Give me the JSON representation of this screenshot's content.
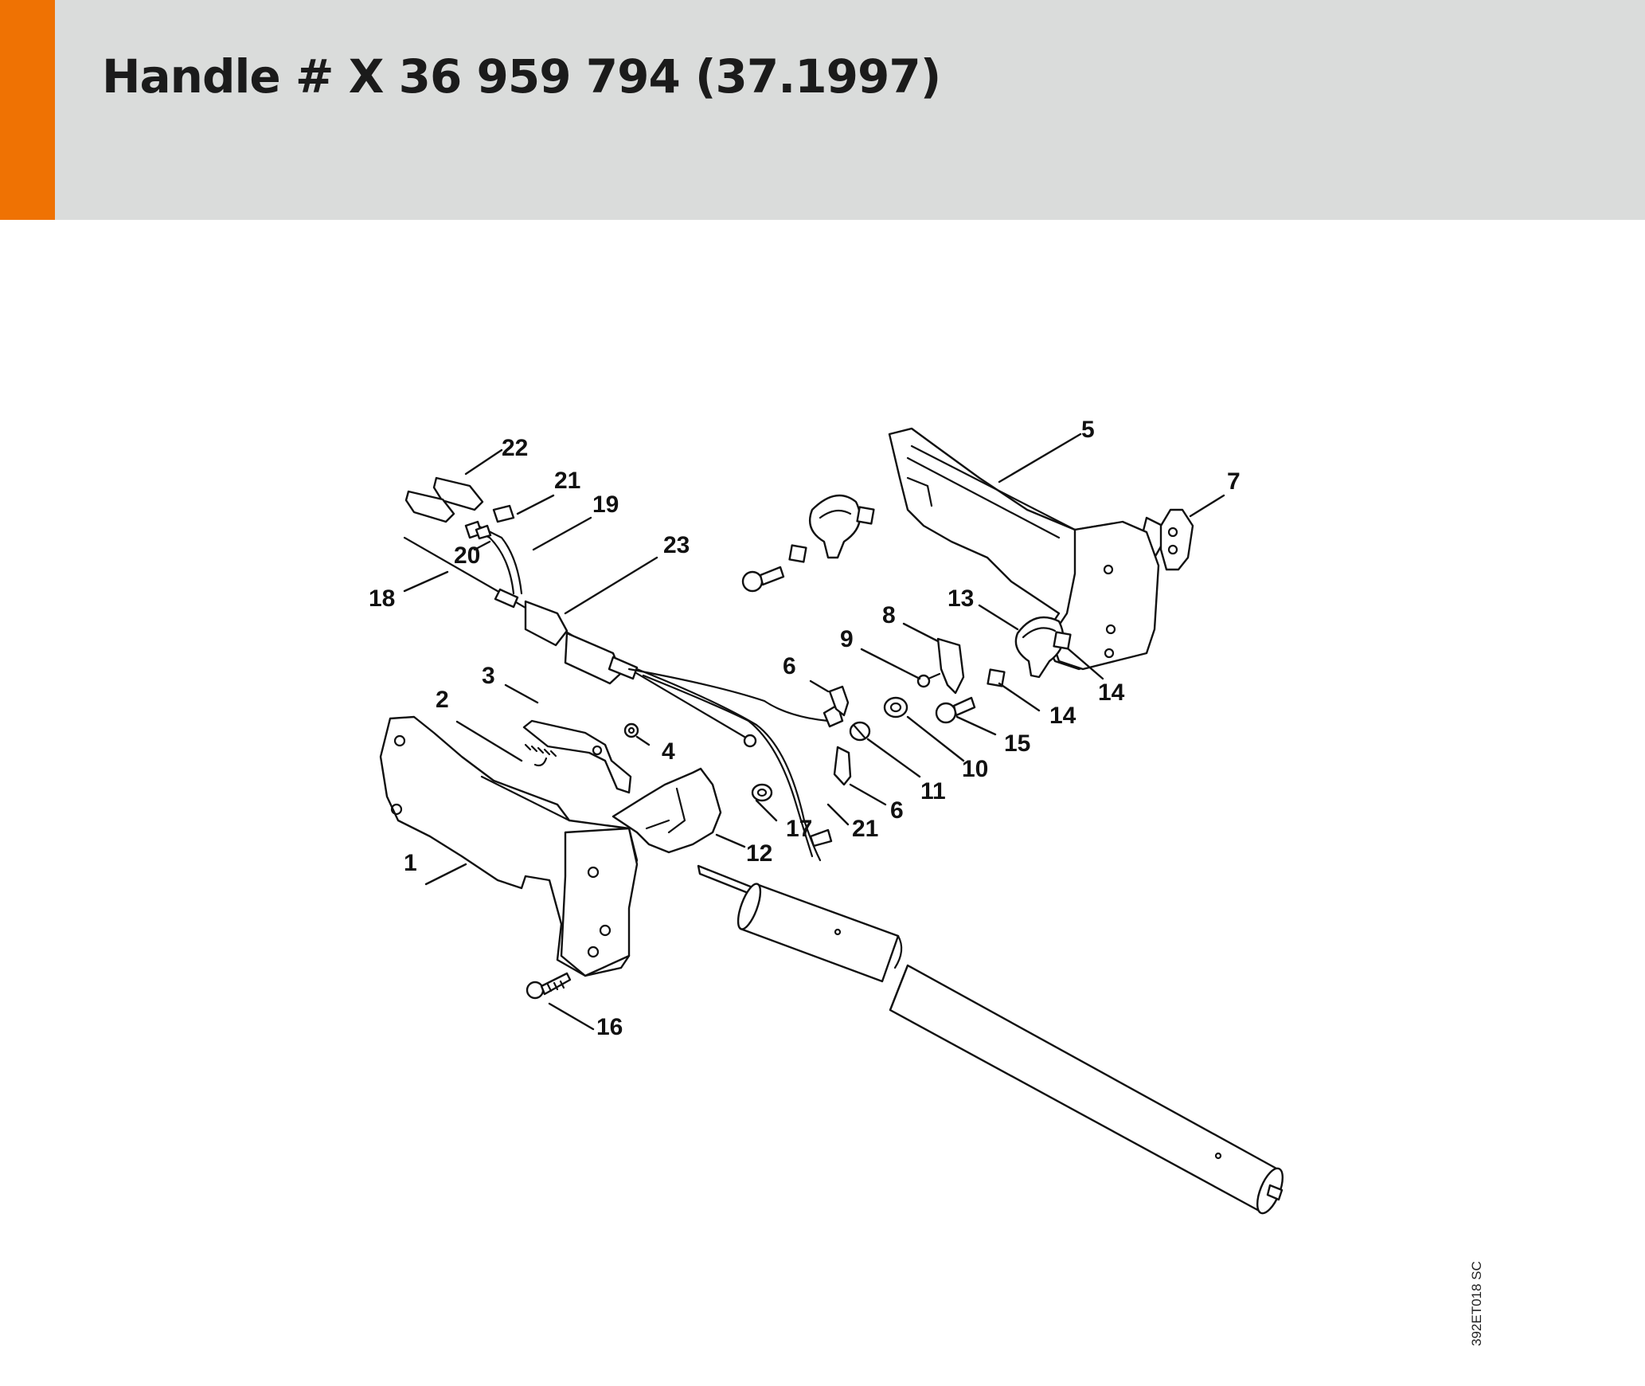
{
  "header": {
    "title": "Handle # X 36 959 794 (37.1997)",
    "accent_color": "#ef7203",
    "background_color": "#dadcdb"
  },
  "diagram": {
    "reference_code": "392ET018 SC",
    "callouts": [
      {
        "id": "c1",
        "label": "1"
      },
      {
        "id": "c2",
        "label": "2"
      },
      {
        "id": "c3",
        "label": "3"
      },
      {
        "id": "c4",
        "label": "4"
      },
      {
        "id": "c5",
        "label": "5"
      },
      {
        "id": "c6a",
        "label": "6"
      },
      {
        "id": "c6b",
        "label": "6"
      },
      {
        "id": "c7",
        "label": "7"
      },
      {
        "id": "c8",
        "label": "8"
      },
      {
        "id": "c9",
        "label": "9"
      },
      {
        "id": "c10",
        "label": "10"
      },
      {
        "id": "c11",
        "label": "11"
      },
      {
        "id": "c12",
        "label": "12"
      },
      {
        "id": "c13",
        "label": "13"
      },
      {
        "id": "c14a",
        "label": "14"
      },
      {
        "id": "c14b",
        "label": "14"
      },
      {
        "id": "c15",
        "label": "15"
      },
      {
        "id": "c16",
        "label": "16"
      },
      {
        "id": "c17",
        "label": "17"
      },
      {
        "id": "c18",
        "label": "18"
      },
      {
        "id": "c19",
        "label": "19"
      },
      {
        "id": "c20",
        "label": "20"
      },
      {
        "id": "c21a",
        "label": "21"
      },
      {
        "id": "c21b",
        "label": "21"
      },
      {
        "id": "c22",
        "label": "22"
      },
      {
        "id": "c23",
        "label": "23"
      }
    ]
  }
}
